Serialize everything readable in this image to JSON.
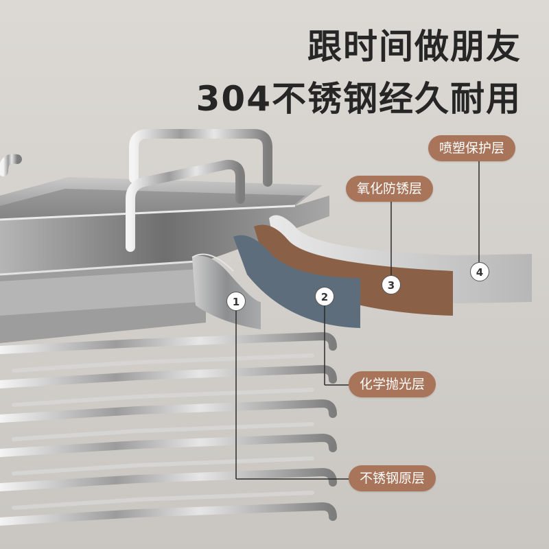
{
  "headline": {
    "line1": "跟时间做朋友",
    "line2": "304不锈钢经久耐用"
  },
  "layers": [
    {
      "number": "1",
      "label": "不锈钢原层",
      "color": "#9a9b9d"
    },
    {
      "number": "2",
      "label": "化学抛光层",
      "color": "#5d6d7b"
    },
    {
      "number": "3",
      "label": "氧化防锈层",
      "color": "#8a6147"
    },
    {
      "number": "4",
      "label": "喷塑保护层",
      "color": "#b9b9b9"
    }
  ],
  "colors": {
    "background": "#d6d3ce",
    "pill": "#a8745a",
    "headline_text": "#262626"
  }
}
